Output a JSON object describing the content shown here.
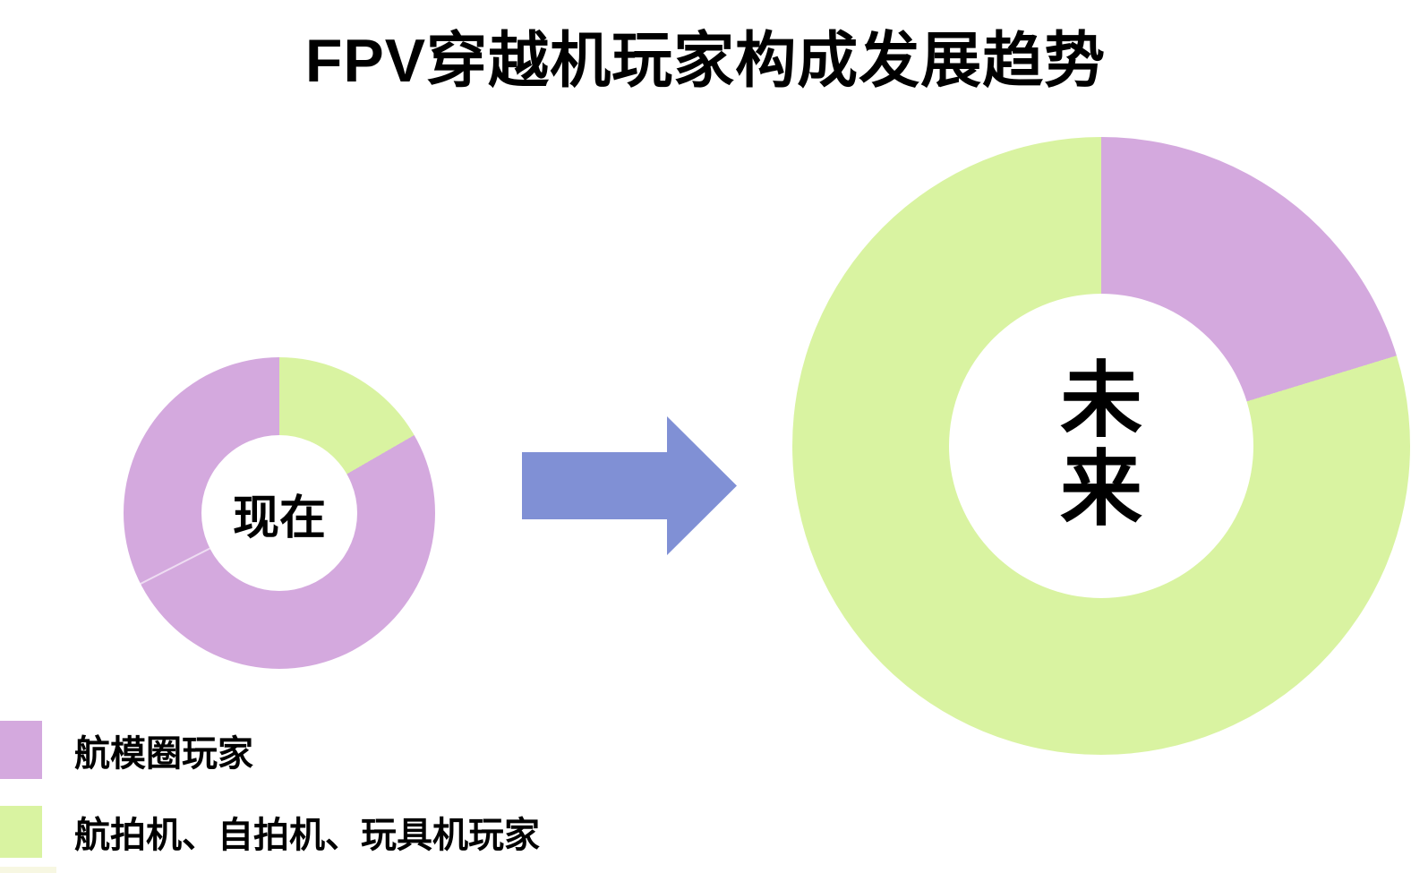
{
  "title": "FPV穿越机玩家构成发展趋势",
  "arrow": {
    "direction": "right",
    "color": "#8090d5"
  },
  "legend": {
    "items": [
      {
        "label": "航模圈玩家",
        "color": "#d4a9de"
      },
      {
        "label": "航拍机、自拍机、玩具机玩家",
        "color": "#d9f3a1"
      }
    ],
    "partial_chip_color": "#f7f7e2"
  },
  "chart_data": [
    {
      "type": "pie",
      "subtype": "donut",
      "center_label": "现在",
      "legend_position": "bottom-left",
      "outer_radius_px": 174,
      "inner_radius_px": 87,
      "divider_deg": 243,
      "slices": [
        {
          "name": "航拍机、自拍机、玩具机玩家",
          "color": "#d9f3a1",
          "start_deg": 0,
          "end_deg": 60,
          "percent": 16.7
        },
        {
          "name": "航模圈玩家",
          "color": "#d4a9de",
          "start_deg": 60,
          "end_deg": 360,
          "percent": 83.3
        }
      ]
    },
    {
      "type": "pie",
      "subtype": "donut",
      "center_label": "未\n来",
      "legend_position": "bottom-left",
      "outer_radius_px": 345,
      "inner_radius_px": 170,
      "slices": [
        {
          "name": "航模圈玩家",
          "color": "#d4a9de",
          "start_deg": 0,
          "end_deg": 73,
          "percent": 20.3
        },
        {
          "name": "航拍机、自拍机、玩具机玩家",
          "color": "#d9f3a1",
          "start_deg": 73,
          "end_deg": 360,
          "percent": 79.7
        }
      ]
    }
  ]
}
